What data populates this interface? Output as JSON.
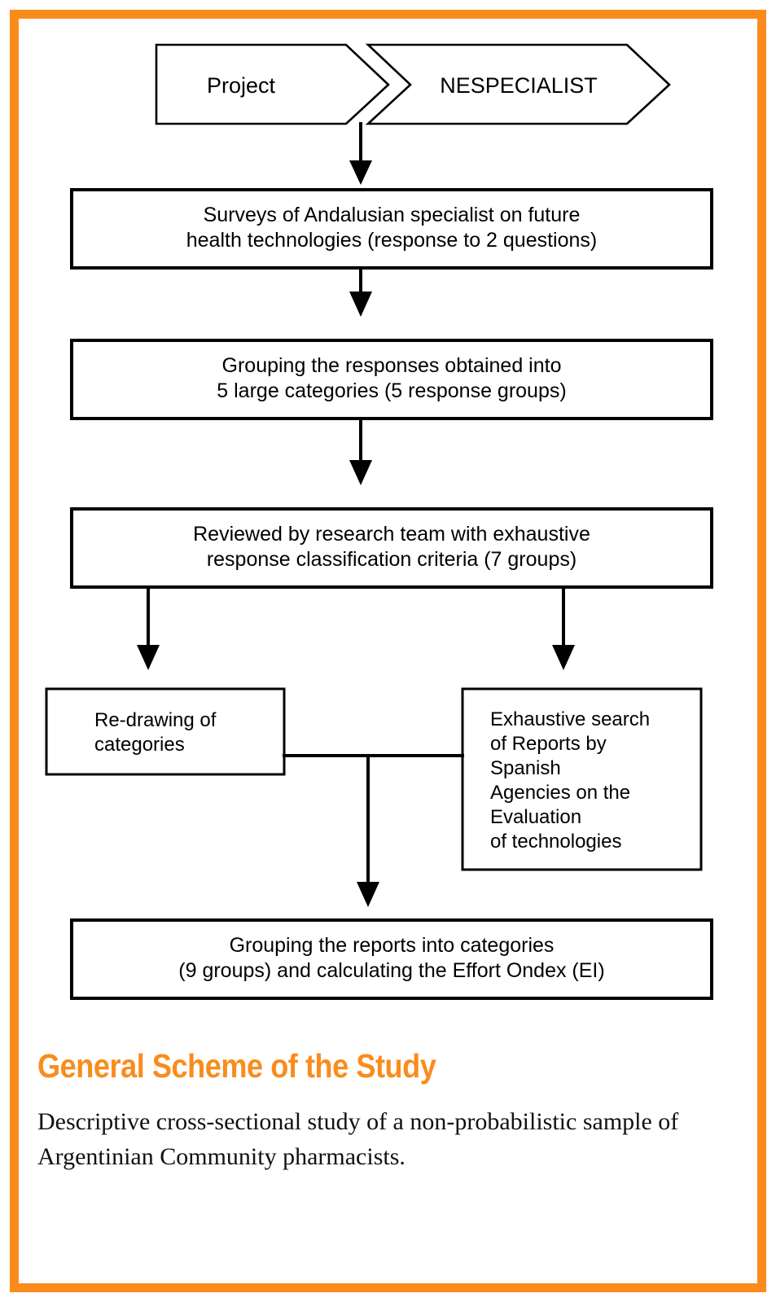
{
  "frame": {
    "border_color": "#f98c1c",
    "background": "#ffffff"
  },
  "diagram": {
    "chevrons": [
      {
        "id": "project",
        "label": "Project"
      },
      {
        "id": "nespecialist",
        "label": "NESPECIALIST"
      }
    ],
    "steps": [
      {
        "id": "surveys",
        "line1": "Surveys of Andalusian specialist on future",
        "line2": "health technologies (response to 2 questions)"
      },
      {
        "id": "grouping-responses",
        "line1": "Grouping the responses obtained into",
        "line2": "5 large categories (5 response groups)"
      },
      {
        "id": "reviewed",
        "line1": "Reviewed by research team with exhaustive",
        "line2": "response classification criteria (7 groups)"
      }
    ],
    "branch_left": {
      "id": "re-drawing",
      "line1": "Re-drawing of",
      "line2": "categories"
    },
    "branch_right": {
      "id": "exhaustive-search",
      "lines": [
        "Exhaustive search",
        "of Reports by",
        "Spanish",
        "Agencies on the",
        "Evaluation",
        "of technologies"
      ]
    },
    "final_step": {
      "id": "grouping-reports",
      "line1": "Grouping the reports into categories",
      "line2": "(9 groups) and calculating the Effort Ondex (EI)"
    }
  },
  "caption": {
    "title": "General Scheme of the Study",
    "description": "Descriptive cross-sectional study of a non-probabilistic sample of Argentinian Community pharmacists."
  }
}
